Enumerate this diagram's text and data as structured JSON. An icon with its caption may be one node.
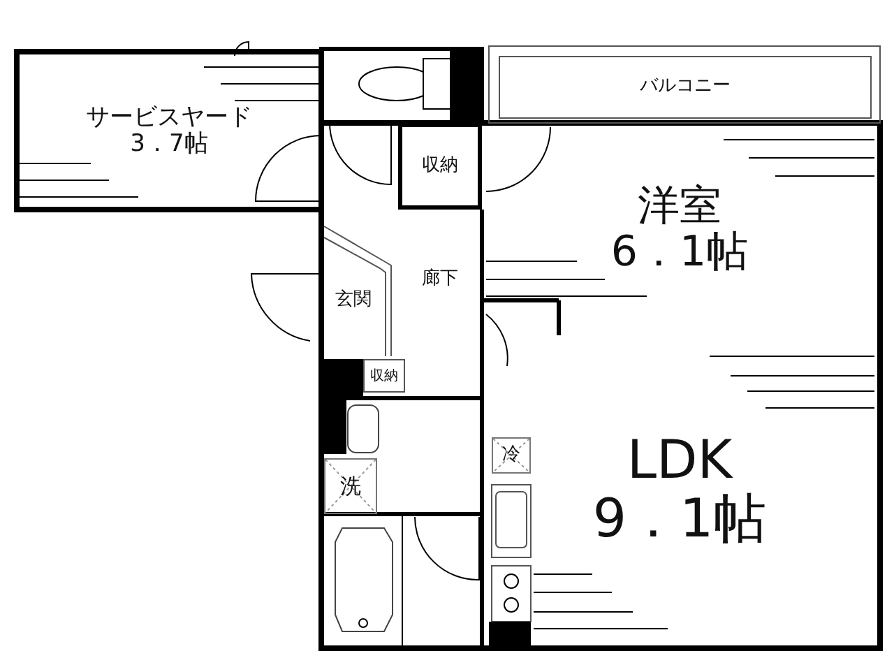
{
  "diagram": {
    "nodes": [
      {
        "text": [
          "サービスヤード",
          "3．7帖"
        ]
      },
      {
        "text": [
          "バルコニー"
        ]
      },
      {
        "text": [
          "収納"
        ]
      },
      {
        "text": [
          "洋室",
          "6．1帖"
        ]
      },
      {
        "text": [
          "廊下"
        ]
      },
      {
        "text": [
          "玄関"
        ]
      },
      {
        "text": [
          "収納"
        ]
      },
      {
        "text": [
          "LDK",
          "9．1帖"
        ]
      },
      {
        "text": [
          "冷"
        ],
        "in": 7
      },
      {
        "text": [
          "洗"
        ]
      }
    ]
  }
}
